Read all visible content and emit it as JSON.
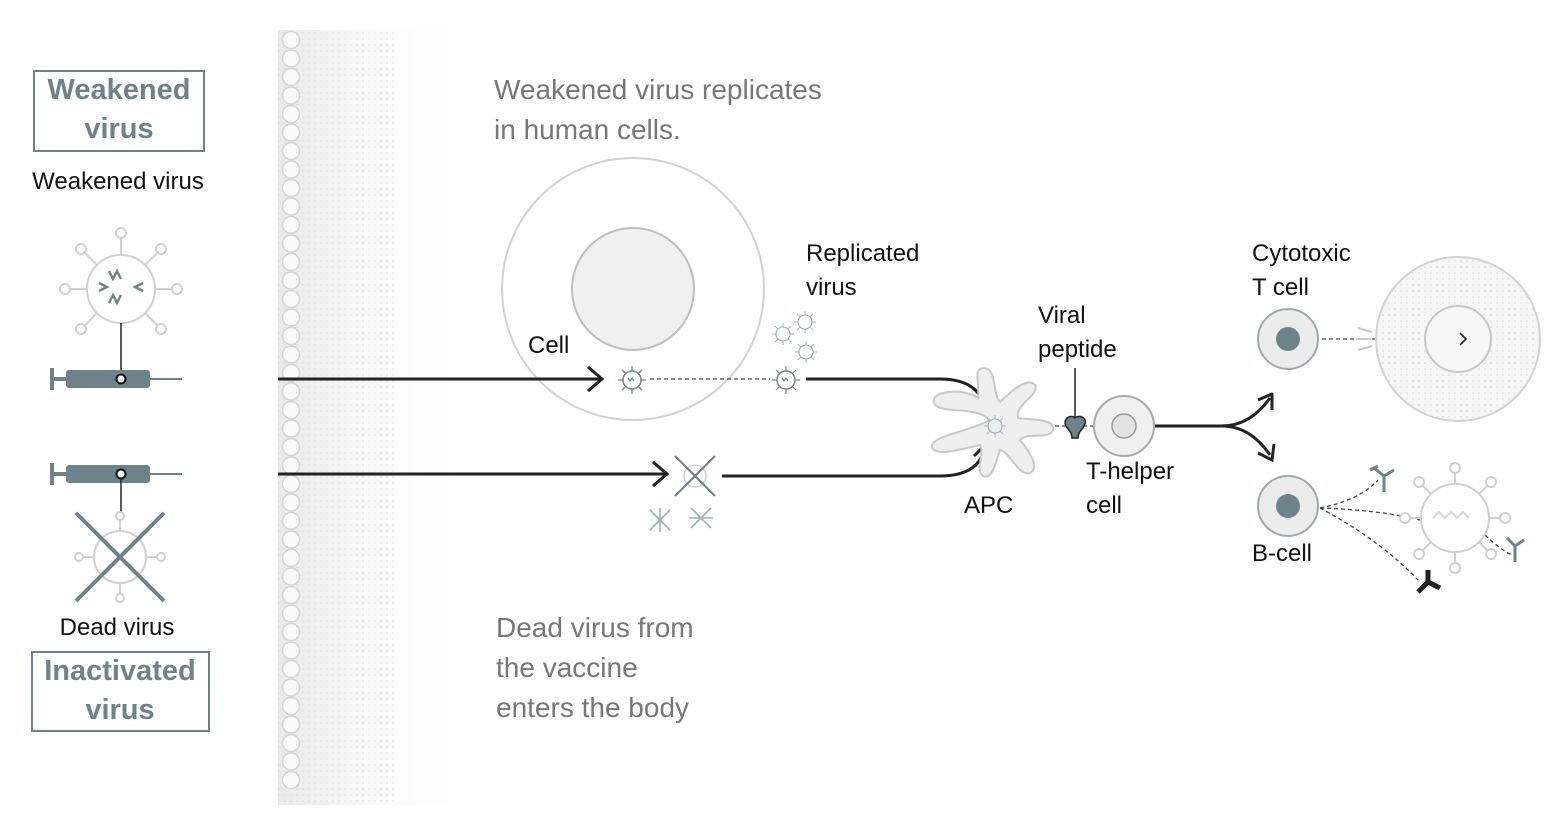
{
  "left_panel": {
    "weakened_box": [
      "Weakened",
      "virus"
    ],
    "weakened_caption": "Weakened virus",
    "dead_caption": "Dead virus",
    "inactivated_box": [
      "Inactivated",
      "virus"
    ]
  },
  "annotations": {
    "weakened_replicates": [
      "Weakened virus replicates",
      "in human cells."
    ],
    "dead_enters": [
      "Dead virus from",
      "the vaccine",
      "enters the body"
    ]
  },
  "labels": {
    "cell": "Cell",
    "replicated_virus": [
      "Replicated",
      "virus"
    ],
    "viral_peptide": [
      "Viral",
      "peptide"
    ],
    "apc": "APC",
    "t_helper": [
      "T-helper",
      "cell"
    ],
    "cytotoxic": [
      "Cytotoxic",
      "T cell"
    ],
    "b_cell": "B-cell"
  },
  "colors": {
    "accent": "#6e8389",
    "line": "#222222",
    "cell_fill": "#f0f0f0",
    "cell_stroke": "#c8c8c8"
  }
}
